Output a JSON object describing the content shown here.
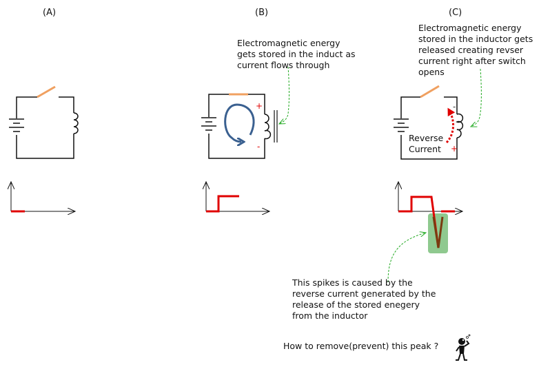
{
  "panels": [
    {
      "label": "(A)"
    },
    {
      "label": "(B)",
      "annotation": [
        "Electromagnetic energy",
        "gets stored in the induct as",
        "current flows through"
      ],
      "plus": "+",
      "minus": "-"
    },
    {
      "label": "(C)",
      "annotation": [
        "Electromagnetic energy",
        "stored in the inductor gets",
        "released creating revser",
        "current right after switch",
        "opens"
      ],
      "plus": "+",
      "minus": "-",
      "reverse_label": [
        "Reverse",
        "Current"
      ]
    }
  ],
  "spike_note": [
    "This spikes is caused by the",
    "reverse current generated by the",
    "release of the stored enegery",
    "from the inductor"
  ],
  "question": "How to remove(prevent) this peak ?",
  "colors": {
    "wire": "#111111",
    "switch": "#f0a060",
    "signal": "#e00000",
    "loop_arrow": "#3a6090",
    "leader": "#22aa22",
    "highlight": "#8fc98f",
    "spike": "#7a3b10",
    "reverse_arrow": "#e00000"
  },
  "icons": {
    "thinking_figure": "thinking-person-icon"
  }
}
